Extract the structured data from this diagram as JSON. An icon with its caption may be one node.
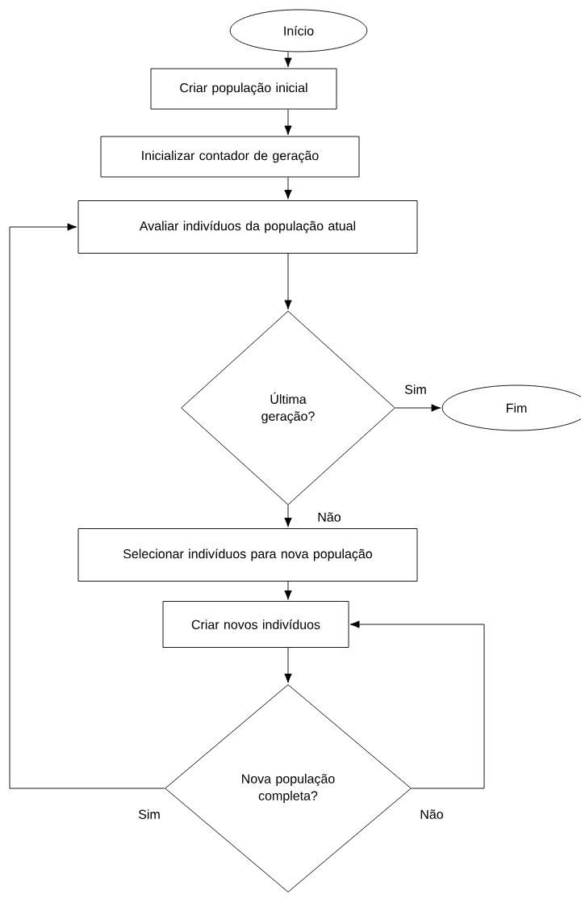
{
  "diagram": {
    "nodes": [
      {
        "text": [
          "Início"
        ]
      },
      {
        "text": [
          "Criar população inicial"
        ]
      },
      {
        "text": [
          "Inicializar contador de geração"
        ]
      },
      {
        "text": [
          "Avaliar indivíduos da população atual"
        ]
      },
      {
        "text": [
          "Última geração?"
        ]
      },
      {
        "text": [
          "Fim"
        ]
      },
      {
        "text": [
          "Selecionar indivíduos para nova população"
        ]
      },
      {
        "text": [
          "Criar novos indivíduos"
        ]
      },
      {
        "text": [
          "Nova população completa?"
        ]
      }
    ],
    "edges": [
      {
        "from": 0,
        "to": 1,
        "arrow": "to"
      },
      {
        "from": 1,
        "to": 2,
        "arrow": "to"
      },
      {
        "from": 2,
        "to": 3,
        "arrow": "to"
      },
      {
        "from": 3,
        "to": 4,
        "arrow": "to"
      },
      {
        "from": 4,
        "to": 5,
        "arrow": "to",
        "label": "Sim"
      },
      {
        "from": 4,
        "to": 6,
        "arrow": "to",
        "label": "Não"
      },
      {
        "from": 6,
        "to": 7,
        "arrow": "to"
      },
      {
        "from": 7,
        "to": 8,
        "arrow": "to"
      },
      {
        "from": 8,
        "to": 7,
        "arrow": "to",
        "label": "Não"
      },
      {
        "from": 8,
        "to": 3,
        "arrow": "to",
        "label": "Sim"
      }
    ]
  }
}
